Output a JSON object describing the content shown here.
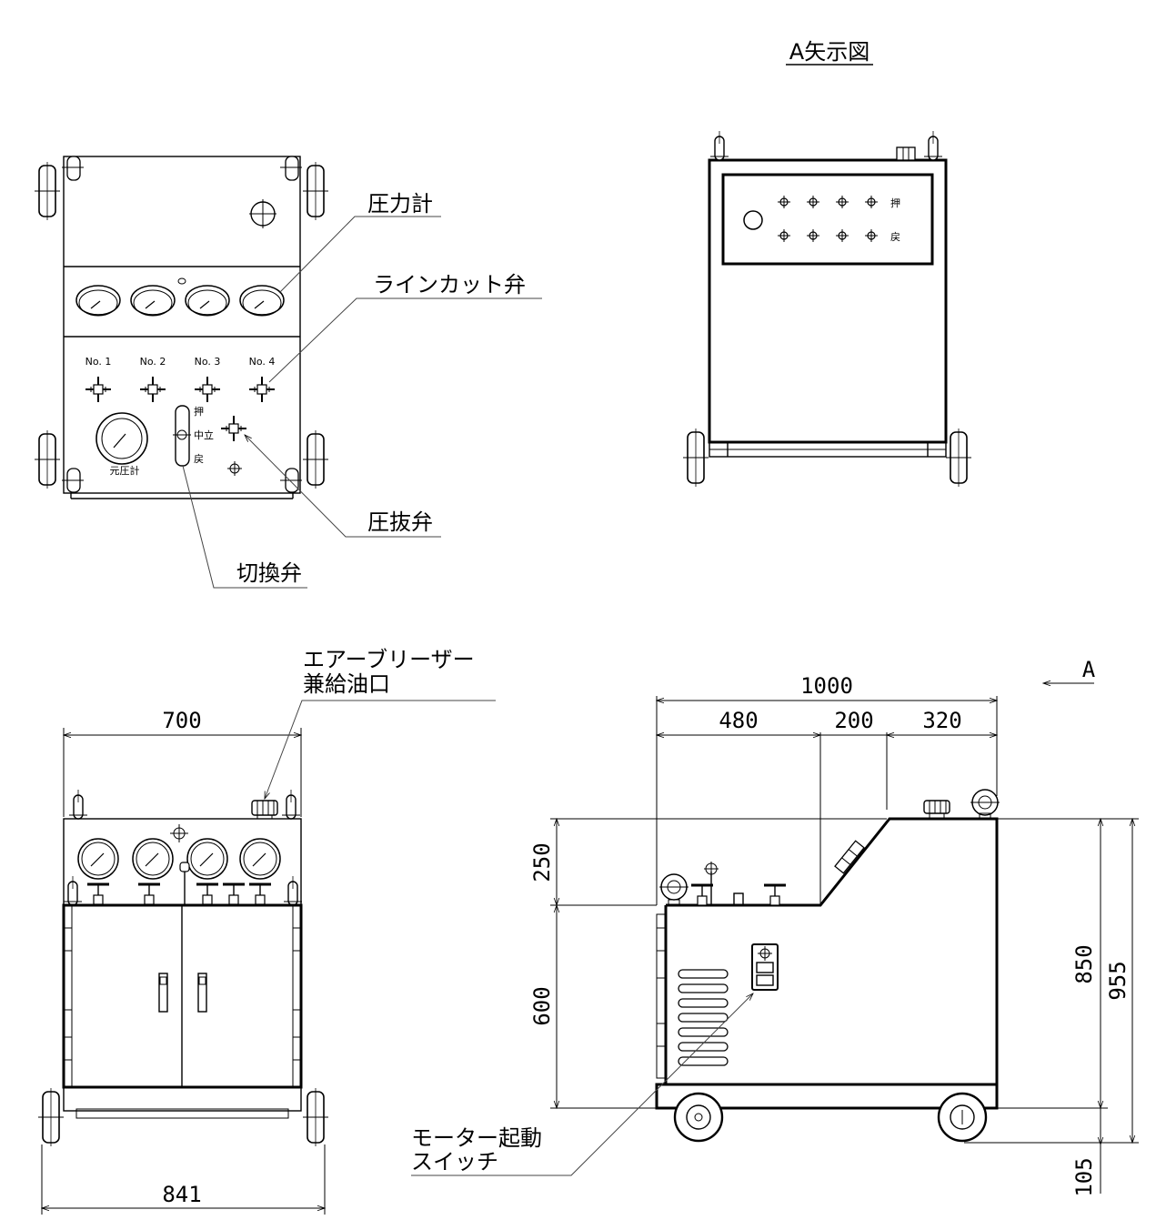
{
  "title": "A矢示図",
  "view_marker": "A",
  "labels": {
    "pressure_gauge": "圧力計",
    "line_cut_valve": "ラインカット弁",
    "relief_valve": "圧抜弁",
    "switch_valve": "切換弁",
    "air_breather_1": "エアーブリーザー",
    "air_breather_2": "兼給油口",
    "motor_switch_1": "モーター起動",
    "motor_switch_2": "スイッチ"
  },
  "panel": {
    "no1": "No. 1",
    "no2": "No. 2",
    "no3": "No. 3",
    "no4": "No. 4",
    "push": "押",
    "neutral": "中立",
    "return": "戻",
    "main_gauge": "元圧計"
  },
  "dimensions": {
    "width_top": "700",
    "width_bottom": "841",
    "length_total": "1000",
    "seg1": "480",
    "seg2": "200",
    "seg3": "320",
    "h250": "250",
    "h600": "600",
    "h850": "850",
    "h955": "955",
    "h105": "105"
  }
}
